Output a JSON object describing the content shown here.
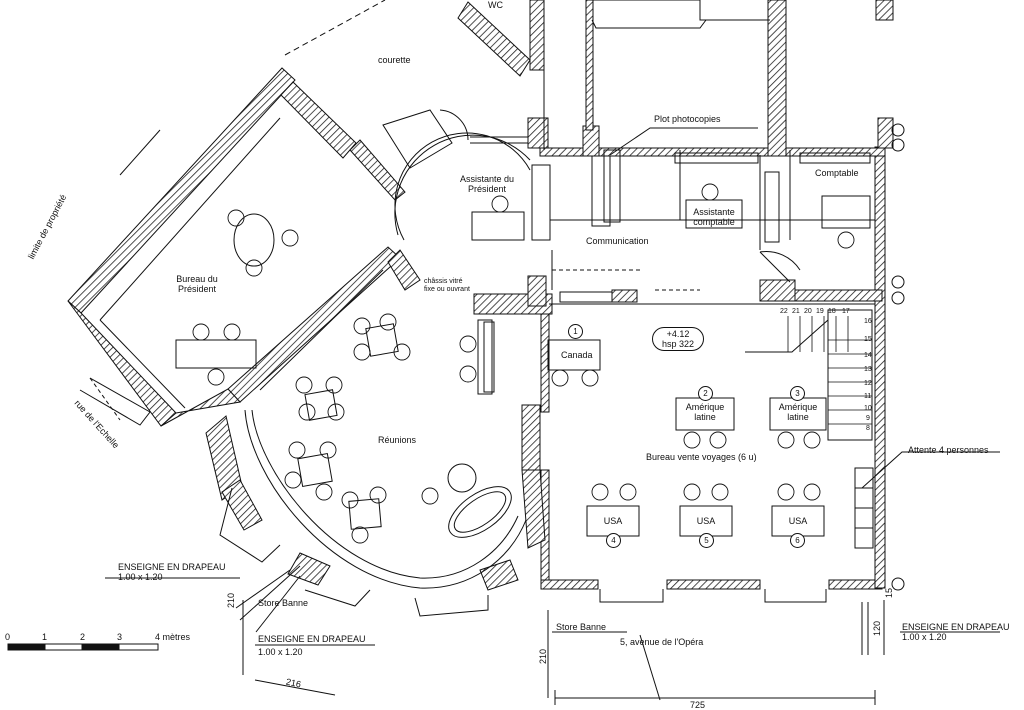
{
  "rooms": {
    "wc": "WC",
    "courette": "courette",
    "plot": "Plot photocopies",
    "assistante_l1": "Assistante du",
    "assistante_l2": "Président",
    "communication": "Communication",
    "assistante_comptable_l1": "Assistante",
    "assistante_comptable_l2": "comptable",
    "comptable": "Comptable",
    "bureau_l1": "Bureau du",
    "bureau_l2": "Président",
    "reunions": "Réunions",
    "chassis_l1": "châssis vitré",
    "chassis_l2": "fixe ou ouvrant",
    "canada": "Canada",
    "height_l1": "+4.12",
    "height_l2": "hsp 322",
    "amerique1_l1": "Amérique",
    "amerique1_l2": "latine",
    "amerique2_l1": "Amérique",
    "amerique2_l2": "latine",
    "bureau_vente": "Bureau vente voyages (6 u)",
    "usa": "USA",
    "attente": "Attente 4 personnes"
  },
  "desk_numbers": [
    "1",
    "2",
    "3",
    "4",
    "5",
    "6"
  ],
  "stair_numbers": [
    "22",
    "21",
    "20",
    "19",
    "18",
    "17",
    "16",
    "15",
    "14",
    "13",
    "12",
    "11",
    "10",
    "9",
    "8"
  ],
  "annotations": {
    "limite": "limite de propriété",
    "rue": "rue de l'Echelle",
    "enseigne_title": "ENSEIGNE EN DRAPEAU",
    "enseigne_size": "1.00 x 1.20",
    "store_banne": "Store Banne",
    "address": "5, avenue de l'Opéra"
  },
  "dimensions": {
    "d210": "210",
    "d216": "216",
    "d725": "725",
    "d120": "120",
    "d15": "15"
  },
  "scale": {
    "ticks": [
      "0",
      "1",
      "2",
      "3"
    ],
    "last": "4 mètres"
  },
  "colors": {
    "line": "#111111",
    "hatch": "#222222",
    "background": "#ffffff"
  }
}
